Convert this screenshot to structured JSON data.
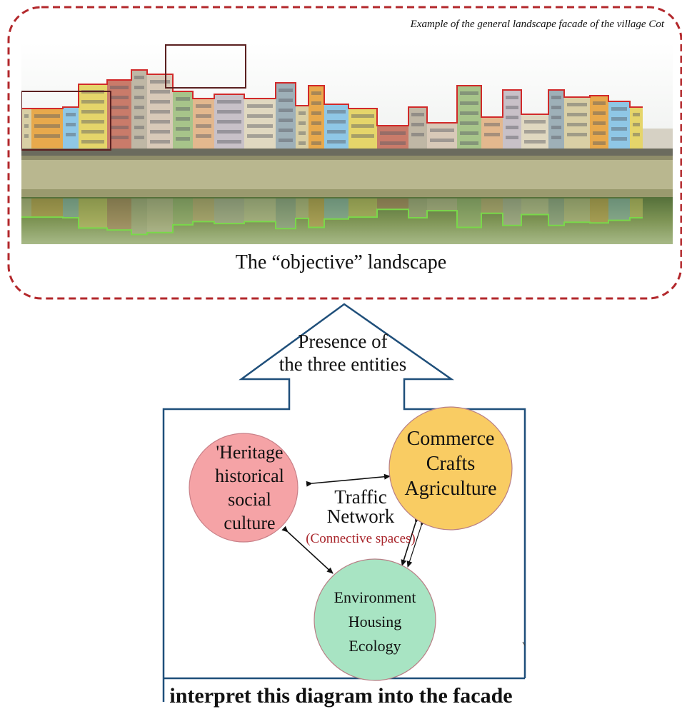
{
  "photo": {
    "caption": "Example of the general landscape facade of the village Cot",
    "label": "The “objective” landscape"
  },
  "arrow": {
    "line1": "Presence of",
    "line2": "the three entities"
  },
  "entities": {
    "heritage": [
      "'Heritage",
      "historical",
      "social",
      "culture"
    ],
    "commerce": [
      "Commerce",
      "Crafts",
      "Agriculture"
    ],
    "environment": [
      "Environment",
      "Housing",
      "Ecology"
    ]
  },
  "network": {
    "line1": "Traffic",
    "line2": "Network",
    "note": "(Connective spaces)"
  },
  "footer": "interpret this diagram into the facade",
  "colors": {
    "dashed_frame": "#b3282c",
    "house_outline": "#1f4f7a",
    "heritage_circle": "#f5a3a6",
    "commerce_circle": "#f9cc63",
    "environment_circle": "#a8e4c3",
    "building_outline": "#d12a2a",
    "reflection_outline": "#79d84a",
    "connective_text": "#a8242a"
  }
}
